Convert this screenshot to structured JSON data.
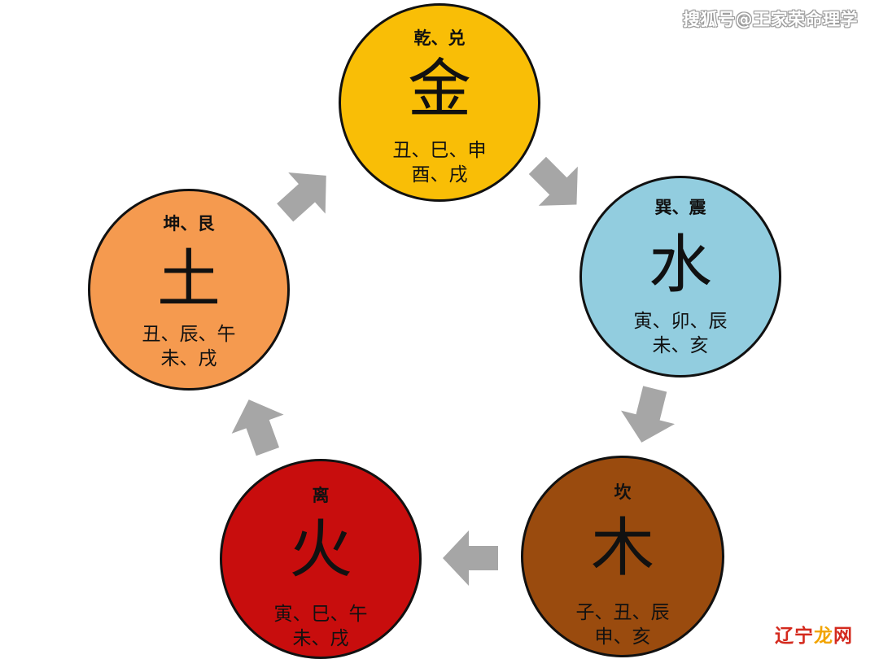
{
  "watermark": "搜狐号@王家荣命理学",
  "site_mark": {
    "main": "辽宁",
    "accent": "龙",
    "tail": "网"
  },
  "colors": {
    "metal": "#f9be06",
    "water": "#92cddf",
    "wood": "#9a4b0e",
    "fire": "#c80d0d",
    "earth": "#f59a4f",
    "arrow": "#a6a6a6"
  },
  "nodes": {
    "metal": {
      "trigrams": "乾、兑",
      "element": "金",
      "branches_line1": "丑、巳、申",
      "branches_line2": "酉、戌"
    },
    "water": {
      "trigrams": "巽、震",
      "element": "水",
      "branches_line1": "寅、卯、辰",
      "branches_line2": "未、亥"
    },
    "wood": {
      "trigrams": "坎",
      "element": "木",
      "branches_line1": "子、丑、辰",
      "branches_line2": "申、亥"
    },
    "fire": {
      "trigrams": "离",
      "element": "火",
      "branches_line1": "寅、巳、午",
      "branches_line2": "未、戌"
    },
    "earth": {
      "trigrams": "坤、艮",
      "element": "土",
      "branches_line1": "丑、辰、午",
      "branches_line2": "未、戌"
    }
  },
  "cycle_order": [
    "metal",
    "water",
    "wood",
    "fire",
    "earth"
  ]
}
